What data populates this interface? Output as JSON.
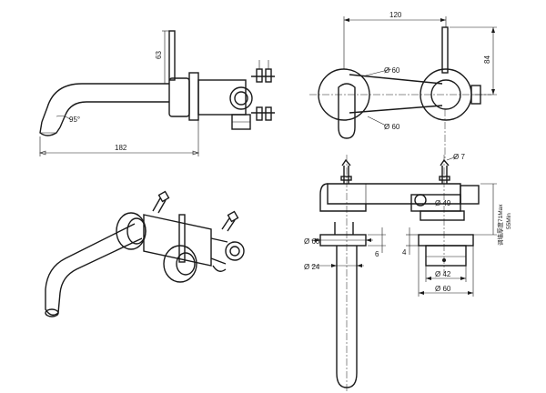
{
  "side_view": {
    "dims": {
      "height_63": "63",
      "length_182": "182",
      "angle_95": "95°"
    }
  },
  "top_view": {
    "dims": {
      "width_120": "120",
      "height_84": "84",
      "dia_60_upper": "Ø 60",
      "dia_60_lower": "Ø 60"
    }
  },
  "section_view": {
    "dims": {
      "dia_7": "Ø 7",
      "dia_49": "Ø 49",
      "dia_60_plate": "Ø 60",
      "thk_6": "6",
      "dia_24": "Ø 24",
      "thk_4": "4",
      "dia_42": "Ø 42",
      "dia_60_bottom": "Ø 60",
      "wall_note_1": "调墙厚度71Max",
      "wall_note_2": "55Min"
    }
  }
}
